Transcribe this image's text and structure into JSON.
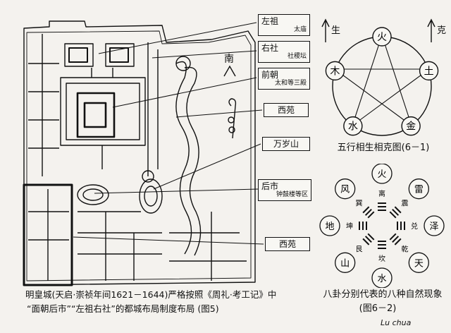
{
  "plan_labels": [
    {
      "text": "左祖",
      "sub": "太庙"
    },
    {
      "text": "右社",
      "sub": "社稷坛"
    },
    {
      "text": "前朝",
      "sub": "太和等三殿"
    },
    {
      "text": "西苑",
      "sub": ""
    },
    {
      "text": "万岁山",
      "sub": ""
    },
    {
      "text": "后市",
      "sub": "钟鼓楼等区"
    },
    {
      "text": "西苑",
      "sub": ""
    }
  ],
  "south_mark": "南",
  "caption_left": {
    "line1": "明皇城(天启·崇祯年间1621－1644)严格按照《周礼·考工记》中",
    "line2": "“面朝后市”“左祖右社”的都城布局制度布局    (图5)"
  },
  "five_elements": {
    "sheng_label": "生",
    "ke_label": "克",
    "nodes": [
      "火",
      "土",
      "金",
      "水",
      "木"
    ],
    "title": "五行相生相克图(6－1)"
  },
  "bagua": {
    "outer": [
      "火",
      "雷",
      "泽",
      "天",
      "水",
      "山",
      "地",
      "风"
    ],
    "inner": [
      "离",
      "震",
      "兑",
      "乾",
      "坎",
      "艮",
      "坤",
      "巽"
    ],
    "title_line1": "八卦分别代表的八种自然现象",
    "title_line2": "(图6－2)"
  },
  "signature": "Lu chua"
}
